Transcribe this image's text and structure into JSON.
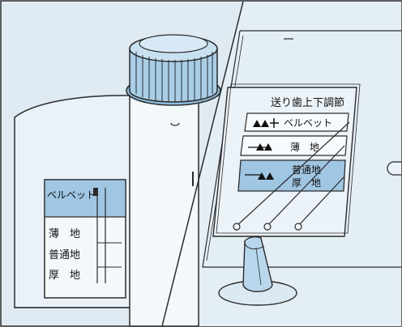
{
  "left_scale": {
    "items": [
      {
        "label": "ベルベット"
      },
      {
        "label": "薄　地"
      },
      {
        "label": "普通地"
      },
      {
        "label": "厚　地"
      }
    ]
  },
  "right_panel": {
    "title": "送り歯上下調節",
    "options": [
      {
        "label": "ベルベット"
      },
      {
        "label": "薄　地"
      },
      {
        "label": "普通地"
      },
      {
        "label": "厚　地"
      }
    ]
  },
  "colors": {
    "page_bg": "#dfeaf2",
    "panel_bg": "#ecf3f8",
    "highlight": "#9fc6e2",
    "line": "#2a2a2a",
    "knob": "#a9cfe8",
    "lever": "#b8d7ec"
  }
}
